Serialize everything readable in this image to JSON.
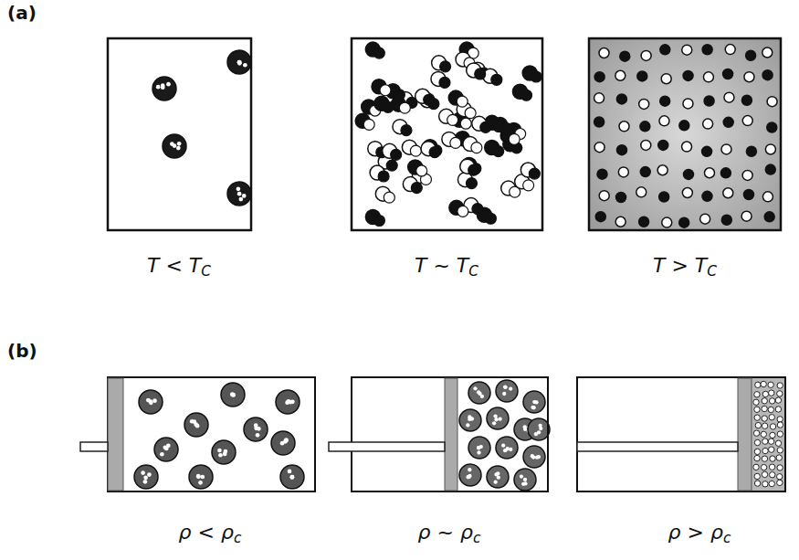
{
  "diagram": {
    "labels": [
      "(a)",
      "T < TC",
      "T ~ TC",
      "T > TC",
      "(b)",
      "ρ < ρc",
      "ρ ~ ρc",
      "ρ > ρc"
    ]
  }
}
